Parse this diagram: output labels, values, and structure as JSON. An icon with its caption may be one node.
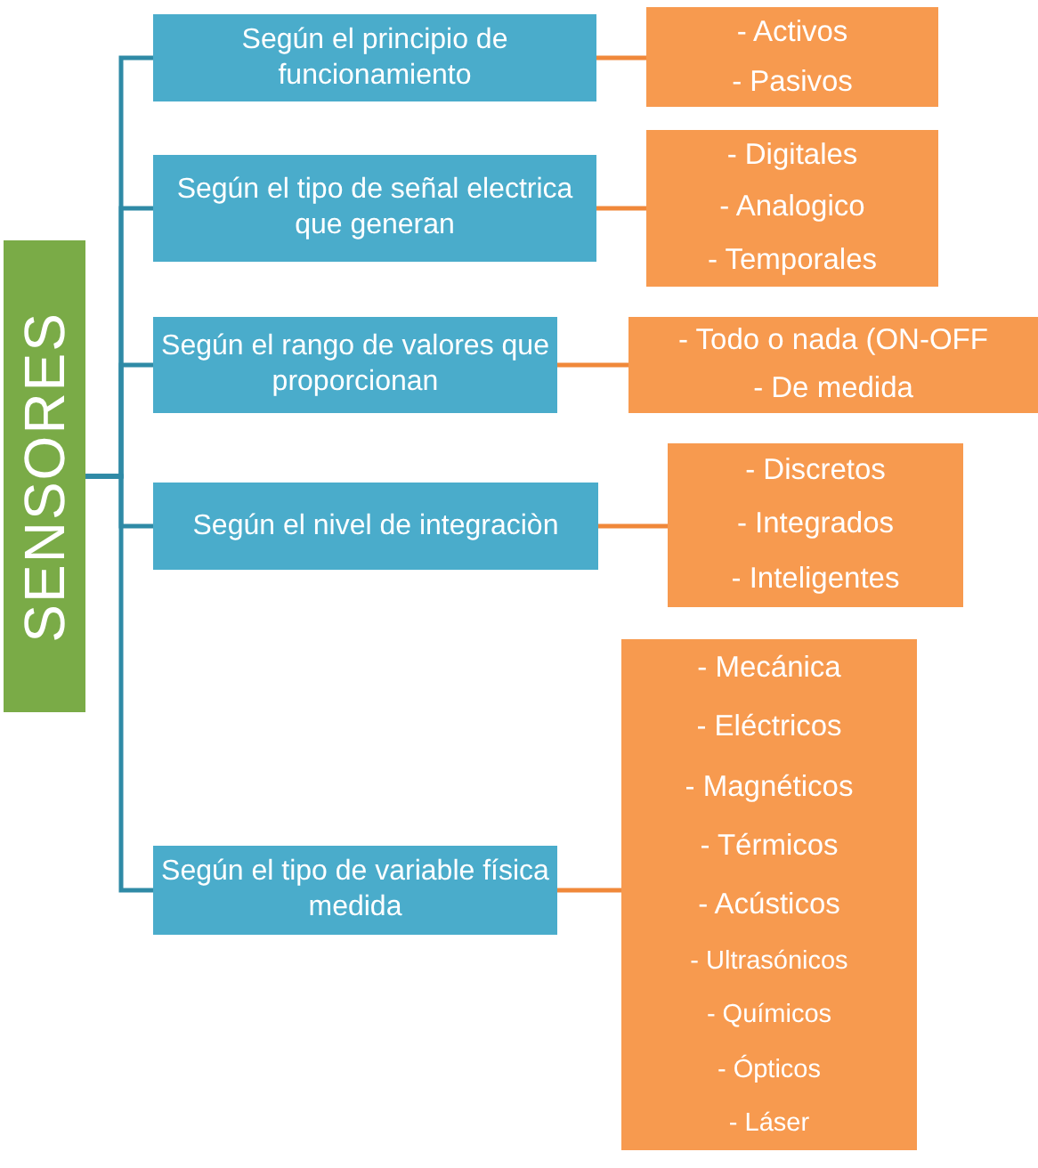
{
  "diagram": {
    "nodes": [
      {
        "text": [
          "SENSORES"
        ]
      },
      {
        "text": [
          "Según el principio de funcionamiento"
        ]
      },
      {
        "text": [
          "- Activos",
          "- Pasivos"
        ]
      },
      {
        "text": [
          "Según el tipo de señal electrica que generan"
        ]
      },
      {
        "text": [
          "- Digitales",
          "- Analogico",
          "- Temporales"
        ]
      },
      {
        "text": [
          "Según el rango de valores que proporcionan"
        ]
      },
      {
        "text": [
          "- Todo o nada (ON-OFF",
          "- De medida"
        ]
      },
      {
        "text": [
          "Según el nivel de integraciòn"
        ]
      },
      {
        "text": [
          "- Discretos",
          "- Integrados",
          "- Inteligentes"
        ]
      },
      {
        "text": [
          "Según el tipo de variable física medida"
        ]
      },
      {
        "text": [
          "- Mecánica",
          "- Eléctricos",
          "- Magnéticos",
          "- Térmicos",
          "- Acústicos",
          "- Ultrasónicos",
          "- Químicos",
          "- Ópticos",
          "- Láser"
        ]
      }
    ],
    "edges": [
      {
        "from": 0,
        "to": 1,
        "arrow": "none"
      },
      {
        "from": 0,
        "to": 3,
        "arrow": "none"
      },
      {
        "from": 0,
        "to": 5,
        "arrow": "none"
      },
      {
        "from": 0,
        "to": 7,
        "arrow": "none"
      },
      {
        "from": 0,
        "to": 9,
        "arrow": "none"
      },
      {
        "from": 1,
        "to": 2,
        "arrow": "none",
        "color": "#f0883a"
      },
      {
        "from": 3,
        "to": 4,
        "arrow": "none",
        "color": "#f0883a"
      },
      {
        "from": 5,
        "to": 6,
        "arrow": "none",
        "color": "#f0883a"
      },
      {
        "from": 7,
        "to": 8,
        "arrow": "none",
        "color": "#f0883a"
      },
      {
        "from": 9,
        "to": 10,
        "arrow": "none",
        "color": "#f0883a"
      }
    ]
  }
}
